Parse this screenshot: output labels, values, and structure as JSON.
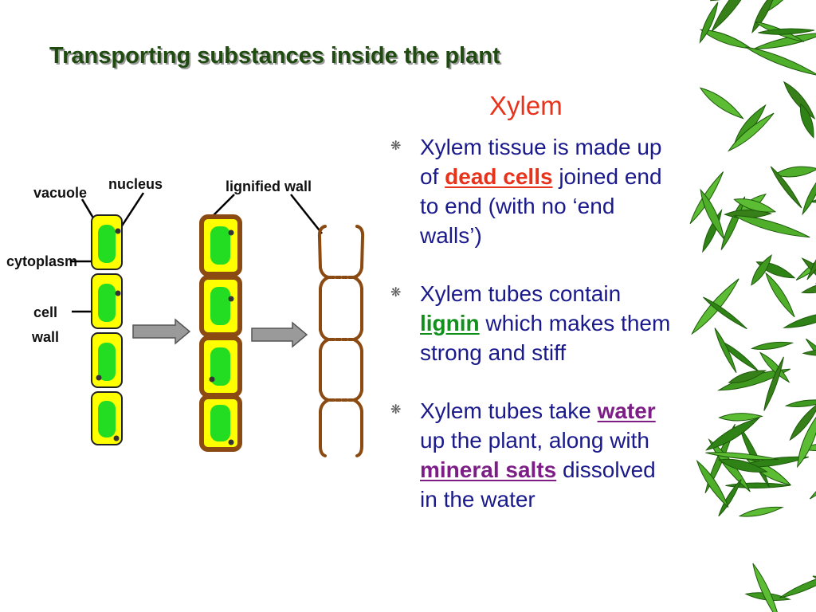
{
  "slide": {
    "title": "Transporting substances inside the plant",
    "heading": "Xylem"
  },
  "bullets": [
    {
      "pre": "Xylem tissue is made up of ",
      "term": "dead cells",
      "post": " joined end to end (with no ‘end walls’)"
    },
    {
      "pre": "Xylem tubes contain ",
      "term": "lignin",
      "post": " which makes them strong and stiff"
    },
    {
      "pre": "Xylem tubes take ",
      "term": "water",
      "mid": " up the plant, along with ",
      "term2": "mineral salts",
      "post": " dissolved in the water"
    }
  ],
  "diagram": {
    "labels": {
      "vacuole": "vacuole",
      "nucleus": "nucleus",
      "cytoplasm": "cytoplasm",
      "cell_wall_line1": "cell",
      "cell_wall_line2": "wall",
      "lignified_wall": "lignified wall"
    }
  },
  "colors": {
    "title": "#1f4a10",
    "heading": "#e8331c",
    "body_text": "#1a1a8c",
    "dead_cells": "#e8331c",
    "lignin": "#12901c",
    "water_minerals": "#7d1e87",
    "cytoplasm": "#ffff00",
    "vacuole": "#22dd22",
    "lignified_wall": "#8a4a12"
  },
  "decoration": {
    "background_image": "bamboo-leaves"
  }
}
